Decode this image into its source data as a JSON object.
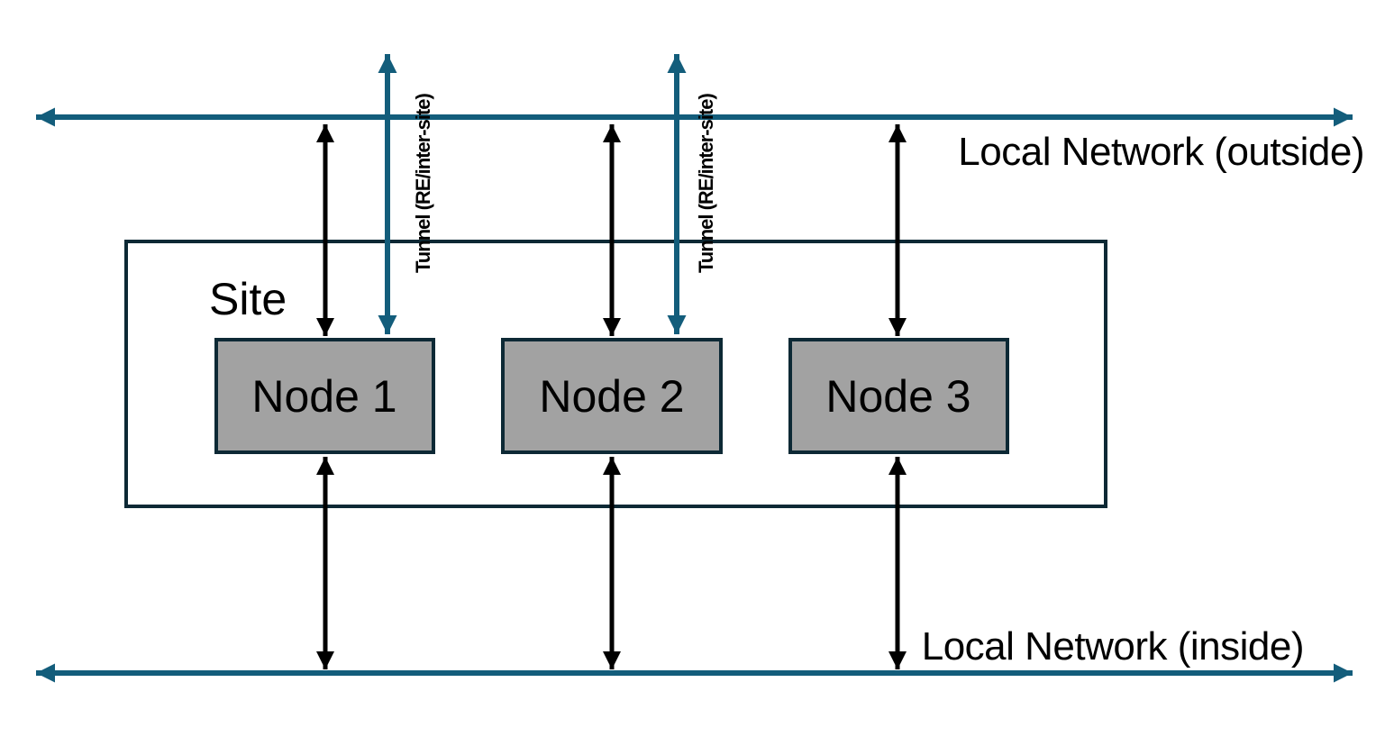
{
  "diagram": {
    "type": "network-topology",
    "network_outside": {
      "label": "Local Network (outside)"
    },
    "network_inside": {
      "label": "Local Network (inside)"
    },
    "site": {
      "label": "Site"
    },
    "nodes": [
      {
        "label": "Node 1"
      },
      {
        "label": "Node 2"
      },
      {
        "label": "Node 3"
      }
    ],
    "tunnels": [
      {
        "label": "Tunnel (RE/inter-site)",
        "connects_to": "Node 1"
      },
      {
        "label": "Tunnel (RE/inter-site)",
        "connects_to": "Node 2"
      }
    ],
    "links": [
      {
        "from": "Node 1",
        "to": "Local Network (outside)"
      },
      {
        "from": "Node 2",
        "to": "Local Network (outside)"
      },
      {
        "from": "Node 3",
        "to": "Local Network (outside)"
      },
      {
        "from": "Node 1",
        "to": "Local Network (inside)"
      },
      {
        "from": "Node 2",
        "to": "Local Network (inside)"
      },
      {
        "from": "Node 3",
        "to": "Local Network (inside)"
      }
    ],
    "colors": {
      "network_line": "#135D7B",
      "tunnel_arrow": "#135D7B",
      "node_fill": "#A2A2A2",
      "box_border": "#0D2935",
      "link_arrow": "#000000",
      "text": "#000000",
      "background": "#FFFFFF"
    }
  }
}
